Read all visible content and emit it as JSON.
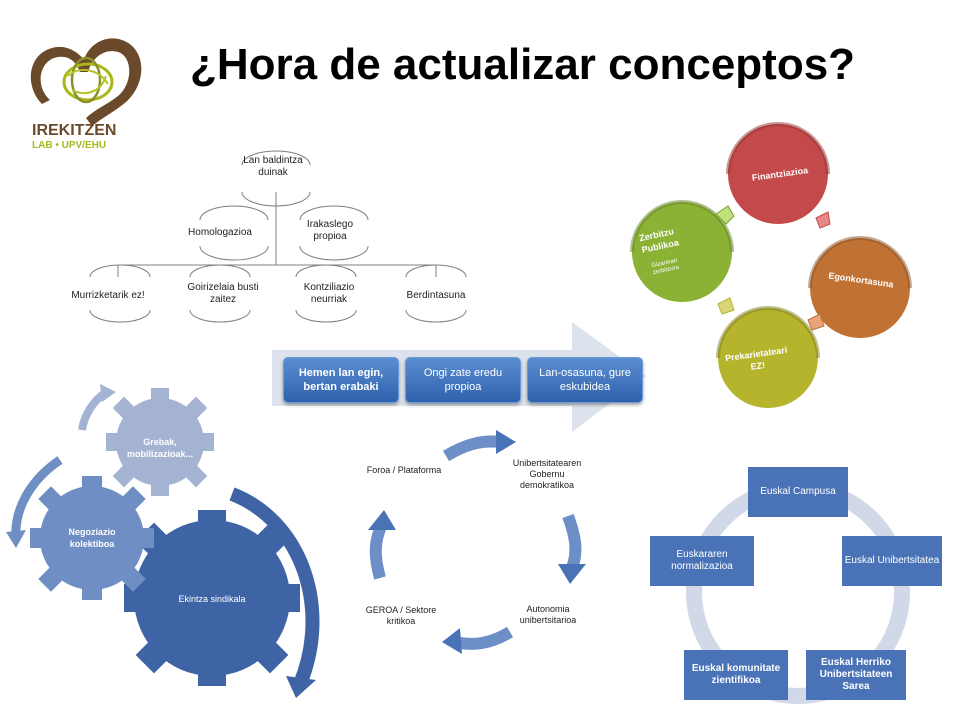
{
  "title": "¿Hora de actualizar conceptos?",
  "logo": {
    "name": "IREKITZEN",
    "sub": "LAB • UPV/EHU",
    "colors": {
      "brown": "#6b4a2b",
      "green": "#a9b91c",
      "olive": "#8c8f2a"
    }
  },
  "tree": {
    "root": "Lan baldintza duinak",
    "level2": [
      "Homologazioa",
      "Irakaslego propioa"
    ],
    "level3": [
      "Murrizketarik ez!",
      "Goirizelaia busti zaitez",
      "Kontziliazio neurriak",
      "Berdintasuna"
    ]
  },
  "circles": {
    "items": [
      "Finantziazioa",
      "Egonkortasuna",
      "Prekarietateari EZ!",
      "Zerbitzu Publikoa"
    ],
    "sub_bullet": "Gizarteari zerbitzura",
    "colors": [
      "#c4494a",
      "#c07234",
      "#b6b42d",
      "#8bb235"
    ]
  },
  "banner": {
    "items": [
      "Hemen lan egin, bertan erabaki",
      "Ongi zate eredu propioa",
      "Lan-osasuna, gure eskubidea"
    ]
  },
  "gears": {
    "items": [
      "Ekintza sindikala",
      "Negoziazio kolektiboa",
      "Grebak, mobilizazioak..."
    ],
    "colors": [
      "#3f64a5",
      "#6f8ec4",
      "#a4b3d2"
    ]
  },
  "cycle": {
    "items": [
      "Unibertsitatearen Gobernu demokratikoa",
      "Autonomia unibertsitarioa",
      "GEROA / Sektore kritikoa",
      "Foroa / Plataforma"
    ]
  },
  "campus": {
    "items": [
      "Euskal Campusa",
      "Euskal Unibertsitatea",
      "Euskal Herriko Unibertsitateen Sarea",
      "Euskal komunitate zientifikoa",
      "Euskararen normalizazioa"
    ]
  }
}
